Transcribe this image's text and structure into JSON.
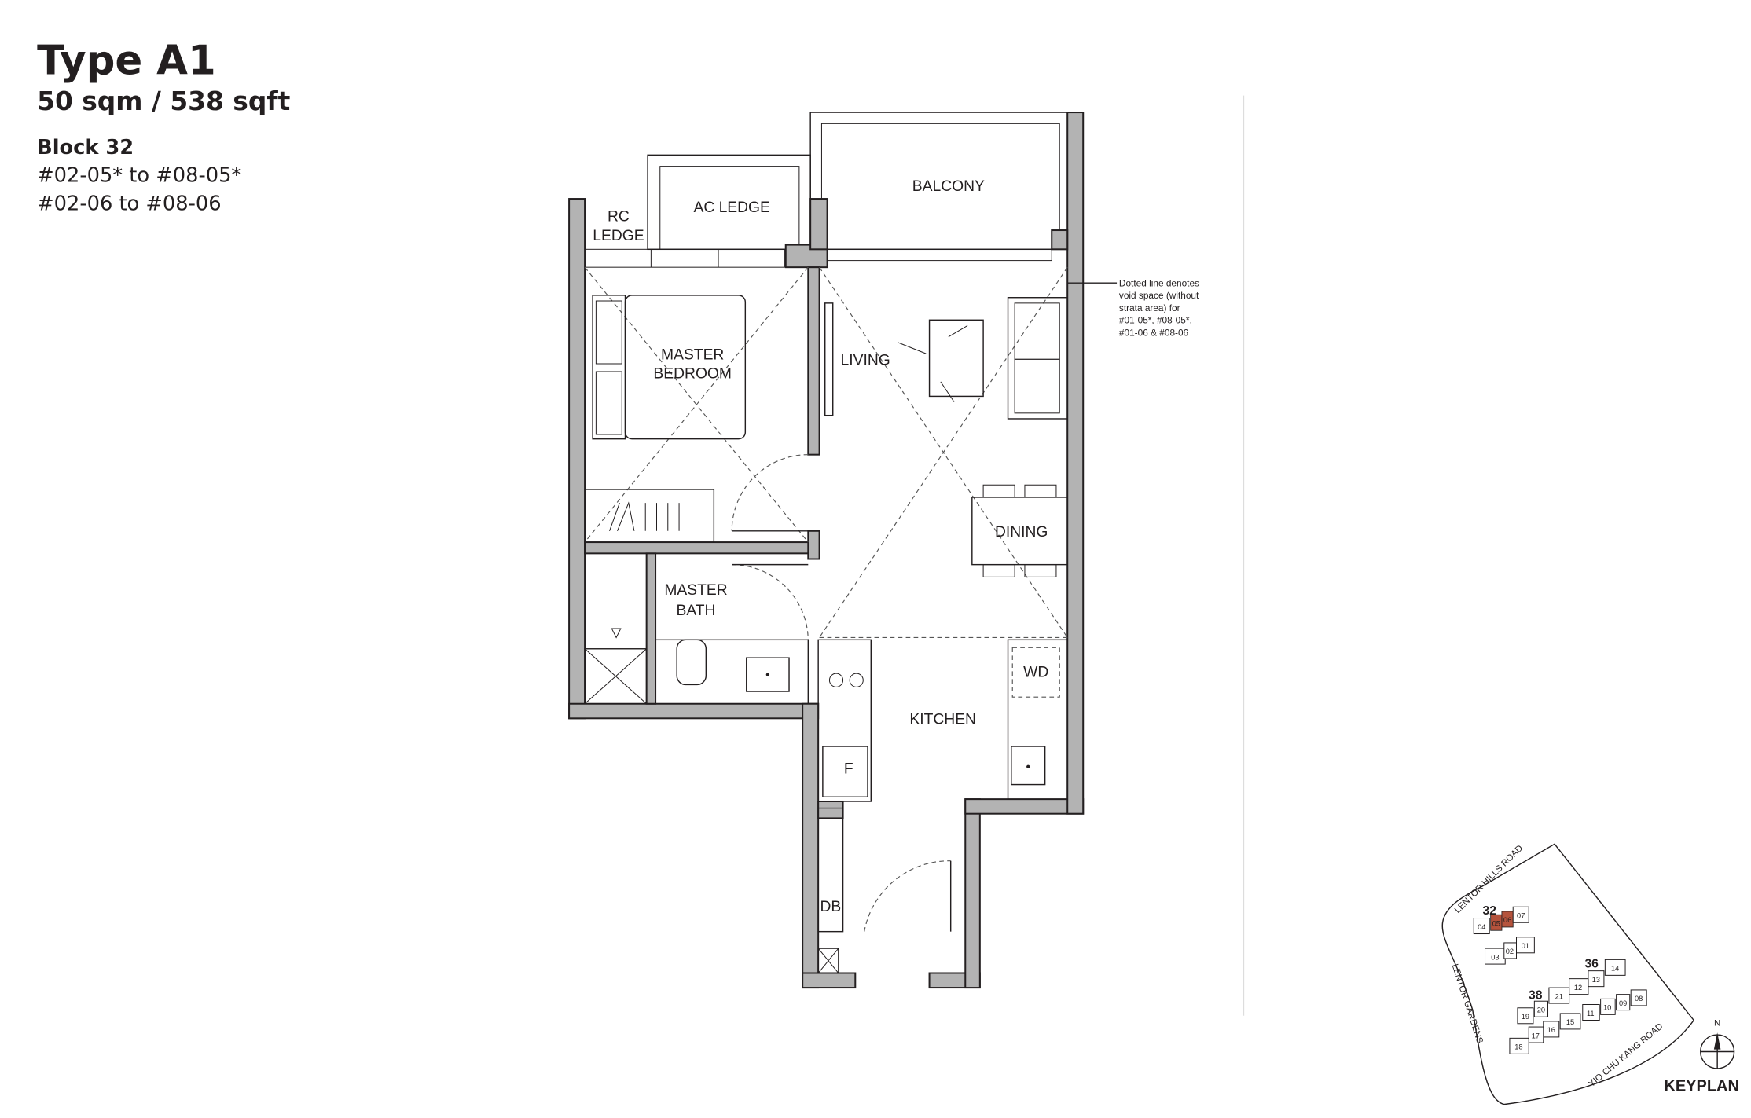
{
  "header": {
    "type": "Type A1",
    "area": "50 sqm / 538 sqft",
    "block": "Block 32",
    "units": [
      "#02-05* to #08-05*",
      "#02-06 to #08-06"
    ]
  },
  "rooms": {
    "rc_ledge": [
      "RC",
      "LEDGE"
    ],
    "ac_ledge": "AC LEDGE",
    "balcony": "BALCONY",
    "master_bedroom": [
      "MASTER",
      "BEDROOM"
    ],
    "living": "LIVING",
    "dining": "DINING",
    "master_bath": [
      "MASTER",
      "BATH"
    ],
    "kitchen": "KITCHEN",
    "wd": "WD",
    "fridge": "F",
    "db": "DB"
  },
  "note": [
    "Dotted line denotes",
    "void space (without",
    "strata area) for",
    "#01-05*, #08-05*,",
    "#01-06 & #08-06"
  ],
  "keyplan": {
    "title": "KEYPLAN",
    "north": "N",
    "roads": [
      "LENTOR HILLS ROAD",
      "LENTOR GARDENS",
      "YIO CHU KANG ROAD"
    ],
    "blocks": [
      "32",
      "36",
      "38"
    ],
    "units": [
      "04",
      "05",
      "06",
      "07",
      "01",
      "02",
      "03",
      "14",
      "13",
      "12",
      "21",
      "20",
      "19",
      "11",
      "10",
      "09",
      "08",
      "15",
      "16",
      "17",
      "18"
    ],
    "highlight_color": "#b5533c"
  }
}
